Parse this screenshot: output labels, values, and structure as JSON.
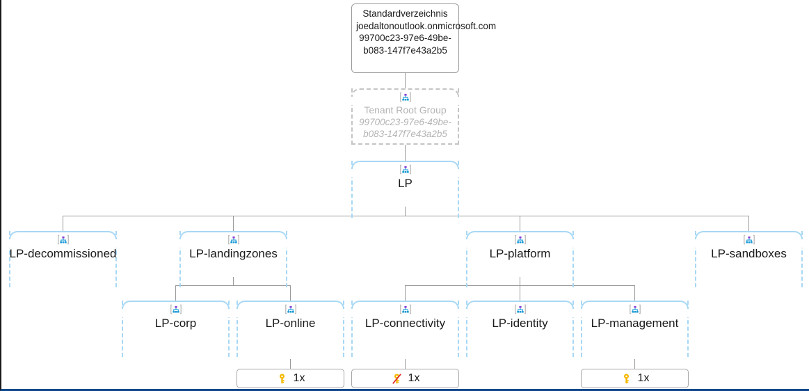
{
  "diagram": {
    "type": "management-group-hierarchy",
    "colors": {
      "node_border": "#a8d8f5",
      "ghost_border": "#c4c4c4",
      "connector": "#9a9a9a",
      "text": "#1a1a1a",
      "ghost_text": "#b4b4b4",
      "key_icon": "#f5b800",
      "key_disabled_slash": "#e03030",
      "page_bottom_rule": "#12488b"
    }
  },
  "tenant": {
    "label": "Standardverzeichnis\njoedaltonoutlook.onmicrosoft.com\n99700c23-97e6-49be-b083-147f7e43a2b5",
    "icon": "directory-card"
  },
  "nodes": {
    "tenant_root": {
      "label": "Tenant Root Group",
      "id": "99700c23-97e6-49be-\nb083-147f7e43a2b5",
      "icon": "management-group-icon",
      "state": "greyed-out"
    },
    "lp": {
      "label": "LP",
      "icon": "management-group-icon"
    },
    "decommissioned": {
      "label": "LP-decommissioned",
      "icon": "management-group-icon"
    },
    "landingzones": {
      "label": "LP-landingzones",
      "icon": "management-group-icon"
    },
    "platform": {
      "label": "LP-platform",
      "icon": "management-group-icon"
    },
    "sandboxes": {
      "label": "LP-sandboxes",
      "icon": "management-group-icon"
    },
    "corp": {
      "label": "LP-corp",
      "icon": "management-group-icon"
    },
    "online": {
      "label": "LP-online",
      "icon": "management-group-icon"
    },
    "connectivity": {
      "label": "LP-connectivity",
      "icon": "management-group-icon"
    },
    "identity": {
      "label": "LP-identity",
      "icon": "management-group-icon"
    },
    "management": {
      "label": "LP-management",
      "icon": "management-group-icon"
    }
  },
  "subscriptions": {
    "online": {
      "count": "1x",
      "icon": "key-icon",
      "state": "active"
    },
    "connectivity": {
      "count": "1x",
      "icon": "key-disabled-icon",
      "state": "disabled"
    },
    "management": {
      "count": "1x",
      "icon": "key-icon",
      "state": "active"
    }
  }
}
